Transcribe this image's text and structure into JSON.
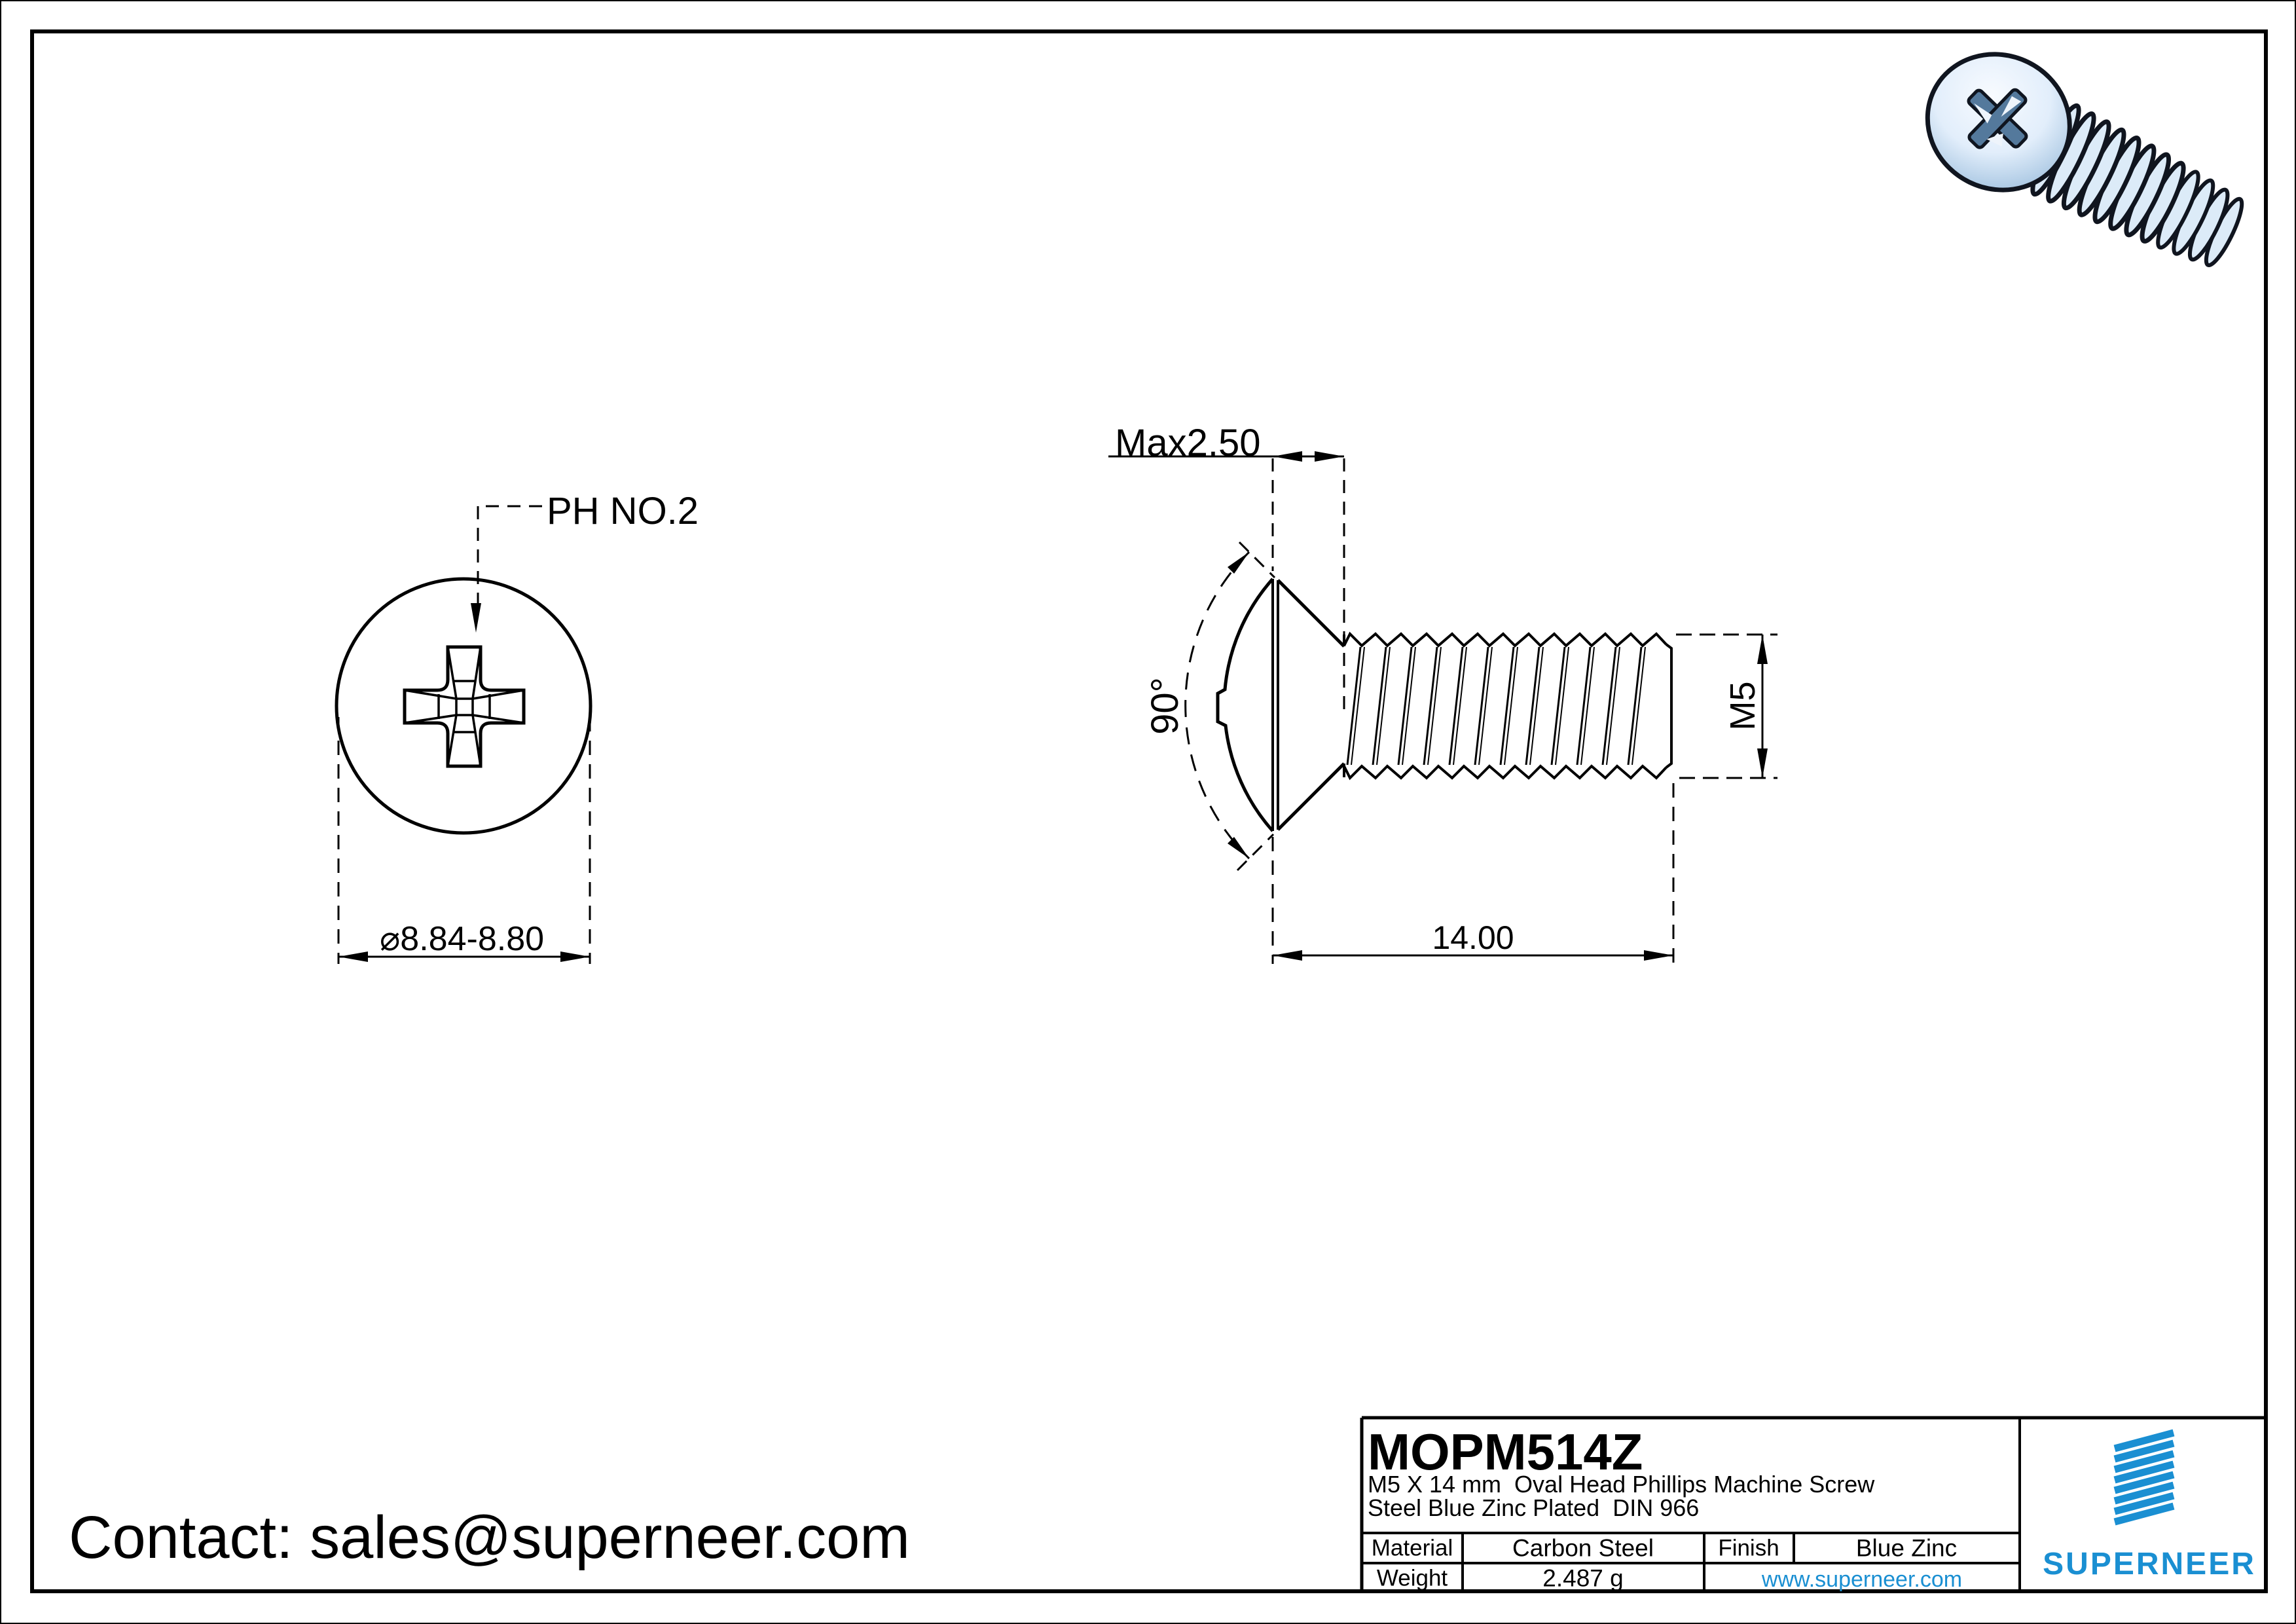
{
  "colors": {
    "ink": "#000000",
    "brand_blue": "#1a8fd2",
    "paper": "#ffffff",
    "render_steel": "#dcebf8"
  },
  "views": {
    "top": {
      "drive_label": "PH NO.2",
      "diameter_label": "⌀8.84-8.80"
    },
    "side": {
      "head_height_label": "Max2.50",
      "angle_label": "90°",
      "thread_size_label": "M5",
      "length_label": "14.00"
    }
  },
  "contact": {
    "text": "Contact: sales@superneer.com"
  },
  "title_block": {
    "part_number": "MOPM514Z",
    "description_line1": "M5 X 14 mm  Oval Head Phillips Machine Screw",
    "description_line2": "Steel Blue Zinc Plated  DIN 966",
    "material": {
      "label": "Material",
      "value": "Carbon Steel"
    },
    "finish": {
      "label": "Finish",
      "value": "Blue Zinc"
    },
    "weight": {
      "label": "Weight",
      "value": "2.487 g"
    },
    "website": "www.superneer.com",
    "brand": "SUPERNEER"
  }
}
